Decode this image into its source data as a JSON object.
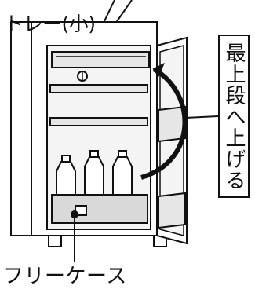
{
  "labels": {
    "tray": "トレー(小)",
    "free_case": "フリーケース",
    "callout": "最上段へ上げる"
  },
  "colors": {
    "line": "#111111",
    "cabinet_fill": "#ffffff",
    "interior_fill": "#f4f4f4",
    "shelf_fill": "#e6e6e6",
    "case_fill": "#d9d9d9",
    "arrow": "#111111"
  },
  "icons": [
    "curved-arrow-icon",
    "bottle-icon"
  ]
}
